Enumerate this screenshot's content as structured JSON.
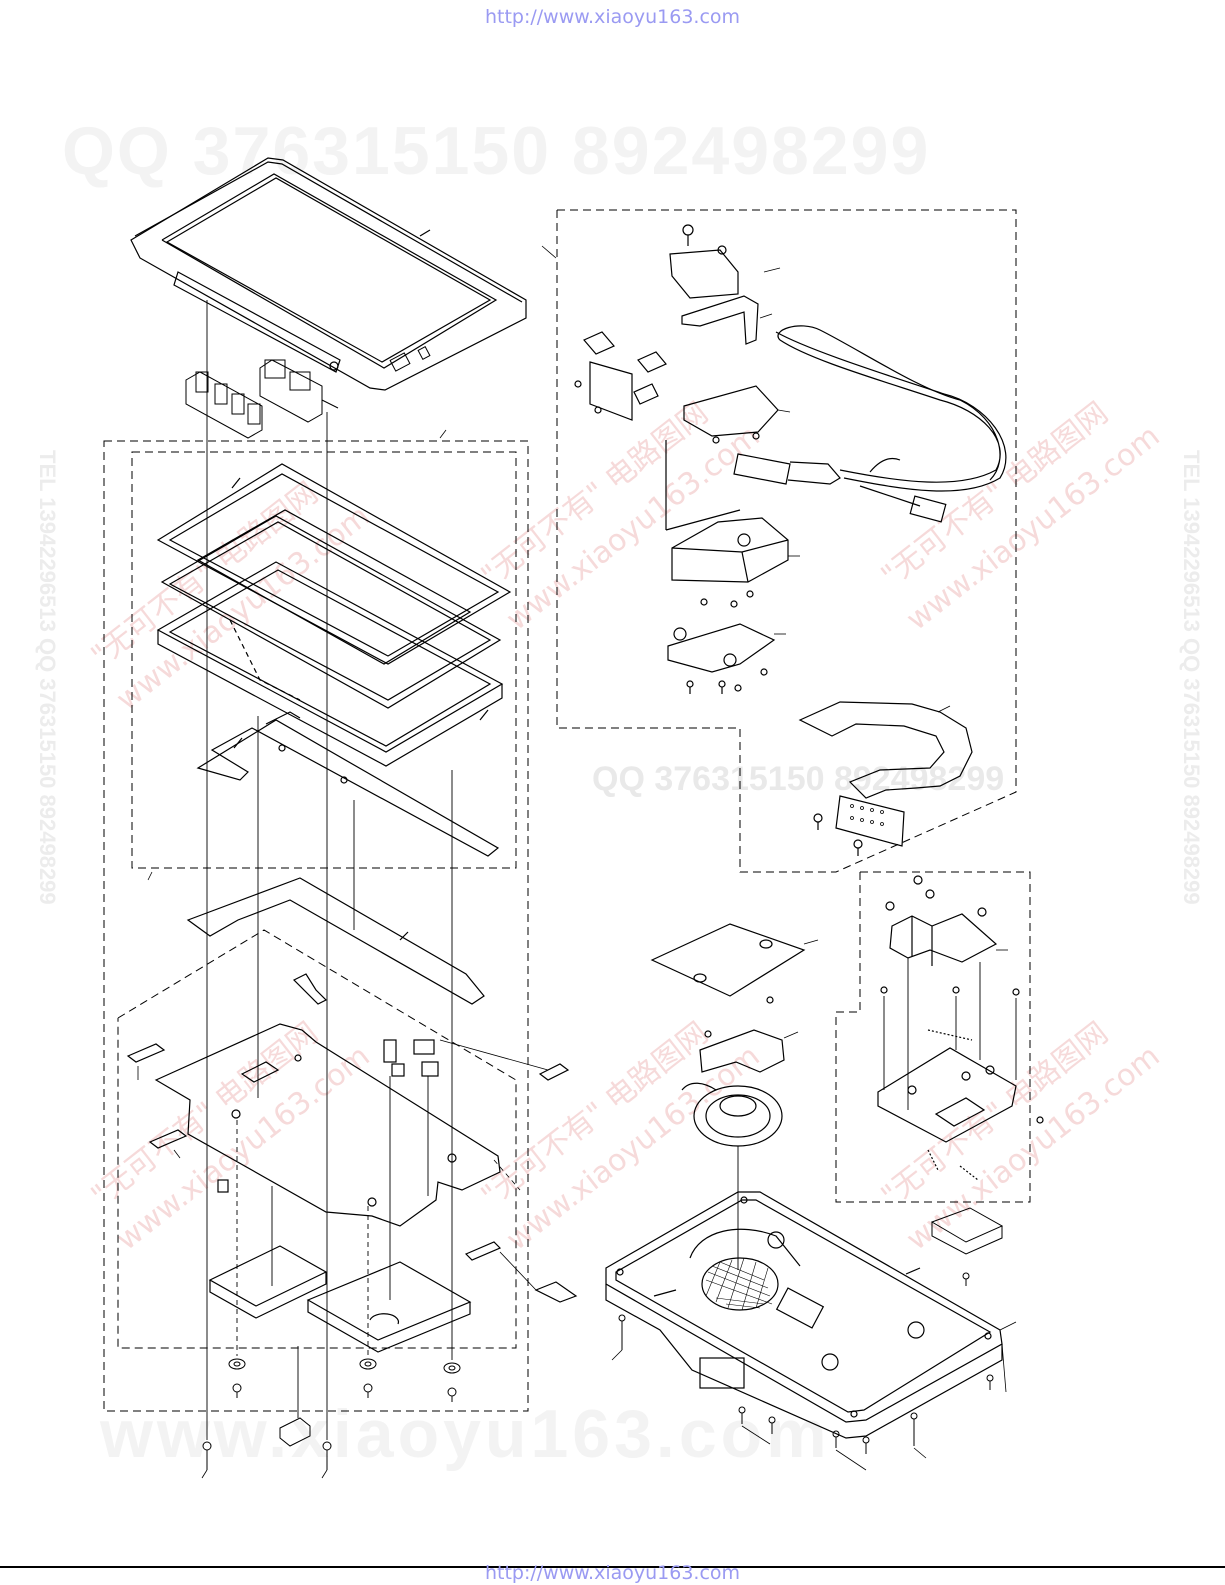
{
  "header": {
    "url": "http://www.xiaoyu163.com"
  },
  "footer": {
    "url": "http://www.xiaoyu163.com"
  },
  "watermarks": {
    "qq_banner": "QQ 376315150    892498299",
    "www_banner": "www.xiaoyu163.com",
    "mid_banner": "QQ 376315150  892498299",
    "side_left": "TEL 13942296513  QQ 376315150  892498299",
    "side_right": "TEL 13942296513  QQ 376315150  892498299",
    "diag_1": "\"无可不有\" 电路图网",
    "diag_2": "www.xiaoyu163.com"
  },
  "colors": {
    "line": "#000000",
    "url": "#9a9af2",
    "watermark_gray": "#f3f3f3",
    "watermark_red": "#f6dada"
  }
}
